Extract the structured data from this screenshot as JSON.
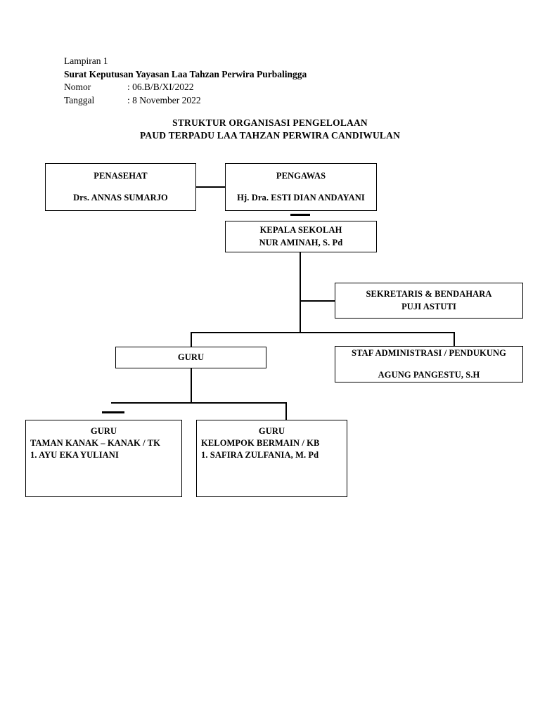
{
  "header": {
    "attachment_label": "Lampiran 1",
    "decree_line": "Surat Keputusan Yayasan Laa Tahzan Perwira Purbalingga",
    "number_key": "Nomor",
    "number_value": ": 06.B/B/XI/2022",
    "date_key": "Tanggal",
    "date_value": ": 8 November 2022"
  },
  "title": {
    "line1": "STRUKTUR ORGANISASI PENGELOLAAN",
    "line2": "PAUD TERPADU LAA TAHZAN PERWIRA CANDIWULAN"
  },
  "chart_data": {
    "type": "diagram",
    "title": "STRUKTUR ORGANISASI PENGELOLAAN PAUD TERPADU LAA TAHZAN PERWIRA CANDIWULAN",
    "nodes": [
      {
        "id": "penasehat",
        "role": "PENASEHAT",
        "person": "Drs. ANNAS SUMARJO"
      },
      {
        "id": "pengawas",
        "role": "PENGAWAS",
        "person": "Hj. Dra. ESTI DIAN ANDAYANI"
      },
      {
        "id": "kepala_sekolah",
        "role": "KEPALA SEKOLAH",
        "person": "NUR AMINAH, S. Pd"
      },
      {
        "id": "sekretaris_bendahara",
        "role": "SEKRETARIS & BENDAHARA",
        "person": "PUJI ASTUTI"
      },
      {
        "id": "guru",
        "role": "GURU",
        "person": ""
      },
      {
        "id": "staf_administrasi",
        "role": "STAF ADMINISTRASI / PENDUKUNG",
        "person": "AGUNG PANGESTU, S.H"
      },
      {
        "id": "guru_tk",
        "role": "GURU",
        "unit": "TAMAN KANAK – KANAK / TK",
        "person": "1. AYU EKA YULIANI"
      },
      {
        "id": "guru_kb",
        "role": "GURU",
        "unit": "KELOMPOK BERMAIN / KB",
        "person": "1. SAFIRA ZULFANIA, M. Pd"
      }
    ],
    "edges": [
      {
        "from": "penasehat",
        "to": "pengawas",
        "style": "horizontal"
      },
      {
        "from": "pengawas",
        "to": "kepala_sekolah",
        "style": "vertical"
      },
      {
        "from": "kepala_sekolah",
        "to": "sekretaris_bendahara",
        "style": "elbow"
      },
      {
        "from": "kepala_sekolah",
        "to": "guru",
        "style": "elbow"
      },
      {
        "from": "kepala_sekolah",
        "to": "staf_administrasi",
        "style": "elbow"
      },
      {
        "from": "guru",
        "to": "guru_tk",
        "style": "elbow"
      },
      {
        "from": "guru",
        "to": "guru_kb",
        "style": "elbow"
      }
    ],
    "line_color": "#000000",
    "background": "#ffffff"
  }
}
